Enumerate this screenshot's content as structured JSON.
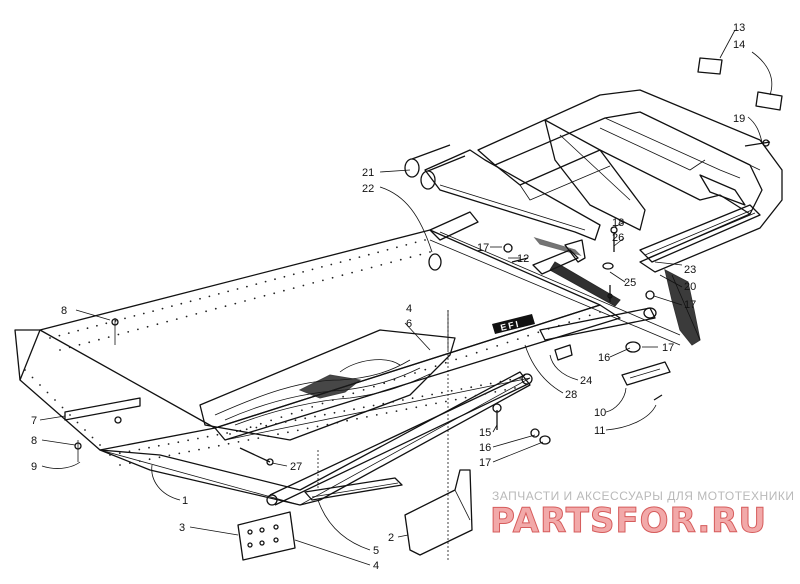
{
  "callouts": [
    {
      "id": "c13",
      "label": "13"
    },
    {
      "id": "c14",
      "label": "14"
    },
    {
      "id": "c19",
      "label": "19"
    },
    {
      "id": "c21",
      "label": "21"
    },
    {
      "id": "c22",
      "label": "22"
    },
    {
      "id": "c18",
      "label": "18"
    },
    {
      "id": "c26",
      "label": "26"
    },
    {
      "id": "c17a",
      "label": "17"
    },
    {
      "id": "c12",
      "label": "12"
    },
    {
      "id": "c23",
      "label": "23"
    },
    {
      "id": "c20",
      "label": "20"
    },
    {
      "id": "c25",
      "label": "25"
    },
    {
      "id": "c17b",
      "label": "17"
    },
    {
      "id": "c8a",
      "label": "8"
    },
    {
      "id": "c4a",
      "label": "4"
    },
    {
      "id": "c6",
      "label": "6"
    },
    {
      "id": "c16a",
      "label": "16"
    },
    {
      "id": "c17c",
      "label": "17"
    },
    {
      "id": "c24",
      "label": "24"
    },
    {
      "id": "c28",
      "label": "28"
    },
    {
      "id": "c10",
      "label": "10"
    },
    {
      "id": "c11",
      "label": "11"
    },
    {
      "id": "c7",
      "label": "7"
    },
    {
      "id": "c8b",
      "label": "8"
    },
    {
      "id": "c9",
      "label": "9"
    },
    {
      "id": "c15",
      "label": "15"
    },
    {
      "id": "c16b",
      "label": "16"
    },
    {
      "id": "c17d",
      "label": "17"
    },
    {
      "id": "c27",
      "label": "27"
    },
    {
      "id": "c1",
      "label": "1"
    },
    {
      "id": "c2",
      "label": "2"
    },
    {
      "id": "c3",
      "label": "3"
    },
    {
      "id": "c5",
      "label": "5"
    },
    {
      "id": "c4b",
      "label": "4"
    }
  ],
  "decal_text": "EFI",
  "watermark": {
    "tagline": "ЗАПЧАСТИ И АКСЕССУАРЫ ДЛЯ МОТОТЕХНИКИ",
    "brand": "PARTSFOR.RU"
  }
}
